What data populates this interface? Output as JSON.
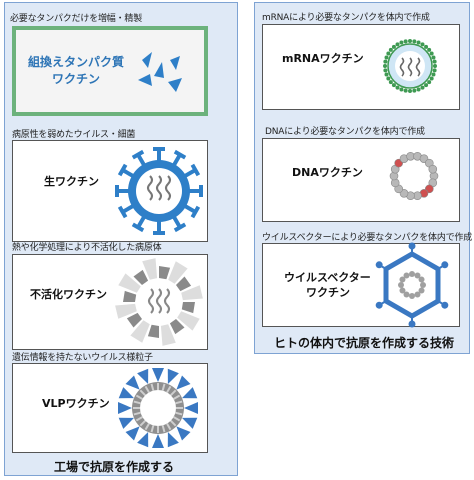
{
  "left_panel": {
    "caption_recombinant": "必要なタンパクだけを増幅・精製",
    "recombinant_label_line1": "組換えタンパク質",
    "recombinant_label_line2": "ワクチン",
    "caption_live": "病原性を弱めたウイルス・細菌",
    "live_label": "生ワクチン",
    "caption_inactivated": "熱や化学処理により不活化した病原体",
    "inactivated_label": "不活化ワクチン",
    "caption_vlp": "遺伝情報を持たないウイルス様粒子",
    "vlp_label": "VLPワクチン",
    "footer": "工場で抗原を作成する"
  },
  "right_panel": {
    "caption_mrna": "mRNAにより必要なタンパクを体内で作成",
    "mrna_label": "mRNAワクチン",
    "caption_dna": "DNAにより必要なタンパクを体内で作成",
    "dna_label": "DNAワクチン",
    "caption_vector": "ウイルスベクターにより必要なタンパクを体内で作成",
    "vector_label_line1": "ウイルスベクター",
    "vector_label_line2": "ワクチン",
    "footer": "ヒトの体内で抗原を作成する技術"
  },
  "colors": {
    "panel_bg": "#dfe9f6",
    "panel_border": "#7ea3d3",
    "green_frame": "#6cb27c",
    "virus_blue": "#2e7fc8",
    "spike_blue": "#3a78c2",
    "lipid_green": "#3f9a53",
    "recombinant_text": "#2e75b6"
  }
}
